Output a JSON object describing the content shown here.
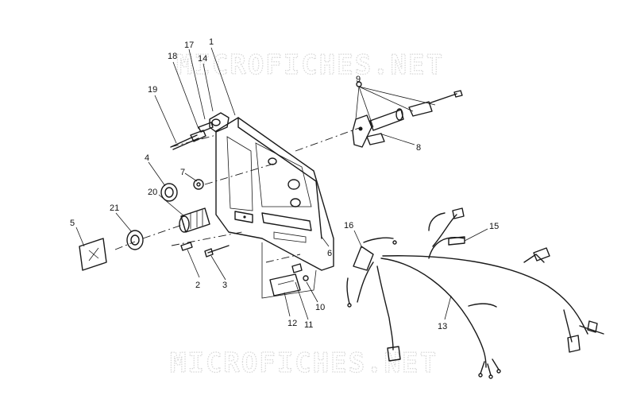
{
  "watermark": {
    "text": "MICROFICHES.NET"
  },
  "callouts": [
    {
      "id": "1",
      "label": "1"
    },
    {
      "id": "2",
      "label": "2"
    },
    {
      "id": "3",
      "label": "3"
    },
    {
      "id": "4",
      "label": "4"
    },
    {
      "id": "5",
      "label": "5"
    },
    {
      "id": "6",
      "label": "6"
    },
    {
      "id": "7",
      "label": "7"
    },
    {
      "id": "8",
      "label": "8"
    },
    {
      "id": "9",
      "label": "9"
    },
    {
      "id": "10",
      "label": "10"
    },
    {
      "id": "11",
      "label": "11"
    },
    {
      "id": "12",
      "label": "12"
    },
    {
      "id": "13",
      "label": "13"
    },
    {
      "id": "14",
      "label": "14"
    },
    {
      "id": "15",
      "label": "15"
    },
    {
      "id": "16",
      "label": "16"
    },
    {
      "id": "17",
      "label": "17"
    },
    {
      "id": "18",
      "label": "18"
    },
    {
      "id": "19",
      "label": "19"
    },
    {
      "id": "20",
      "label": "20"
    },
    {
      "id": "21",
      "label": "21"
    }
  ]
}
